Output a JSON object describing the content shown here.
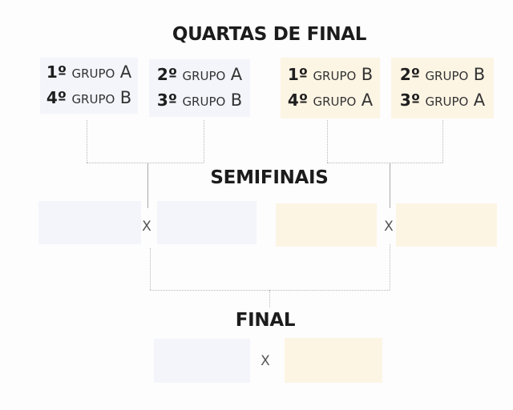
{
  "titles": {
    "quarter": "QUARTAS DE FINAL",
    "semi": "SEMIFINAIS",
    "final": "FINAL"
  },
  "group_word": "GRUPO",
  "versus": "X",
  "quarterfinals": [
    {
      "rows": [
        {
          "pos": "1º",
          "group": "A"
        },
        {
          "pos": "4º",
          "group": "B"
        }
      ]
    },
    {
      "rows": [
        {
          "pos": "2º",
          "group": "A"
        },
        {
          "pos": "3º",
          "group": "B"
        }
      ]
    },
    {
      "rows": [
        {
          "pos": "1º",
          "group": "B"
        },
        {
          "pos": "4º",
          "group": "A"
        }
      ]
    },
    {
      "rows": [
        {
          "pos": "2º",
          "group": "B"
        },
        {
          "pos": "3º",
          "group": "A"
        }
      ]
    }
  ],
  "colors": {
    "blue": "#f3f5fa",
    "gold": "#fdf5e4"
  }
}
